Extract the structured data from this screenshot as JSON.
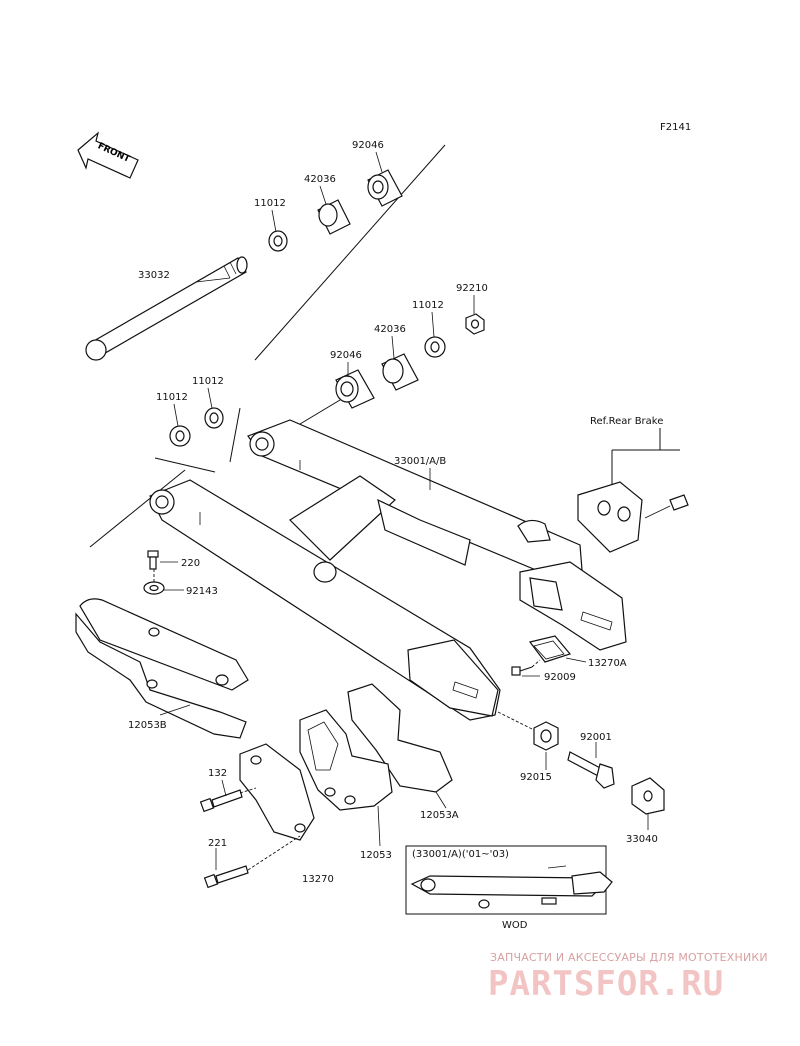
{
  "figure_code": "F2141",
  "front_label": "FRONT",
  "ref_label": "Ref.Rear Brake",
  "inset": {
    "title": "(33001/A)('01~'03)",
    "caption": "WOD"
  },
  "watermark": {
    "text": "ЗАПЧАСТИ И АКСЕССУАРЫ ДЛЯ МОТОТЕХНИКИ",
    "logo": "PARTSFOR.RU"
  },
  "labels": {
    "p92046a": "92046",
    "p42036a": "42036",
    "p11012a": "11012",
    "p33032": "33032",
    "p92210": "92210",
    "p11012b": "11012",
    "p42036b": "42036",
    "p92046b": "92046",
    "p11012c": "11012",
    "p11012d": "11012",
    "p33001": "33001/A/B",
    "p220": "220",
    "p92143": "92143",
    "p13270A": "13270A",
    "p92009": "92009",
    "p12053B": "12053B",
    "p92001": "92001",
    "p92015": "92015",
    "p132": "132",
    "p12053A": "12053A",
    "p33040": "33040",
    "p12053": "12053",
    "p221": "221",
    "p13270": "13270"
  }
}
